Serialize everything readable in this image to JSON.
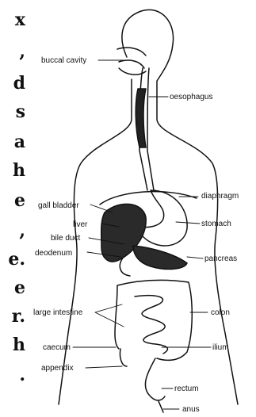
{
  "left_text_fragments": [
    "x",
    ",",
    "d",
    "s",
    "a",
    "h",
    "e",
    ",",
    "e.",
    "e",
    "r.",
    "h",
    "."
  ],
  "labels": {
    "buccal_cavity": "buccal cavity",
    "oesophagus": "oesophagus",
    "diaphragm": "diaphragm",
    "gall_bladder": "gall bladder",
    "liver": "liver",
    "stomach": "stomach",
    "bile_duct": "bile duct",
    "deodenum": "deodenum",
    "pancreas": "pancreas",
    "large_intestine": "large intestine",
    "colon": "colon",
    "caecum": "caecum",
    "ilium": "ilium",
    "appendix": "appendix",
    "rectum": "rectum",
    "anus": "anus"
  }
}
